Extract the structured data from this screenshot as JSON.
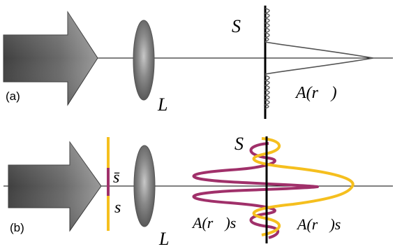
{
  "panel_a": {
    "label": "(a)",
    "screen_label": "S",
    "lens_label": "L",
    "amplitude_label": "A(r⃗)"
  },
  "panel_b": {
    "label": "(b)",
    "screen_label": "S",
    "lens_label": "L",
    "mask_label_top": "s̄",
    "mask_label_bottom": "s",
    "amplitude_label_left": "A(r⃗)s",
    "amplitude_label_right": "A(r⃗)s"
  },
  "colors": {
    "arrow_dark": "#4a4a4a",
    "arrow_light": "#8a8a8a",
    "lens": "#6e6e6e",
    "curve_a": "#555555",
    "curve_purple": "#a0306a",
    "curve_yellow": "#f5bf1e",
    "axis": "#000000"
  }
}
